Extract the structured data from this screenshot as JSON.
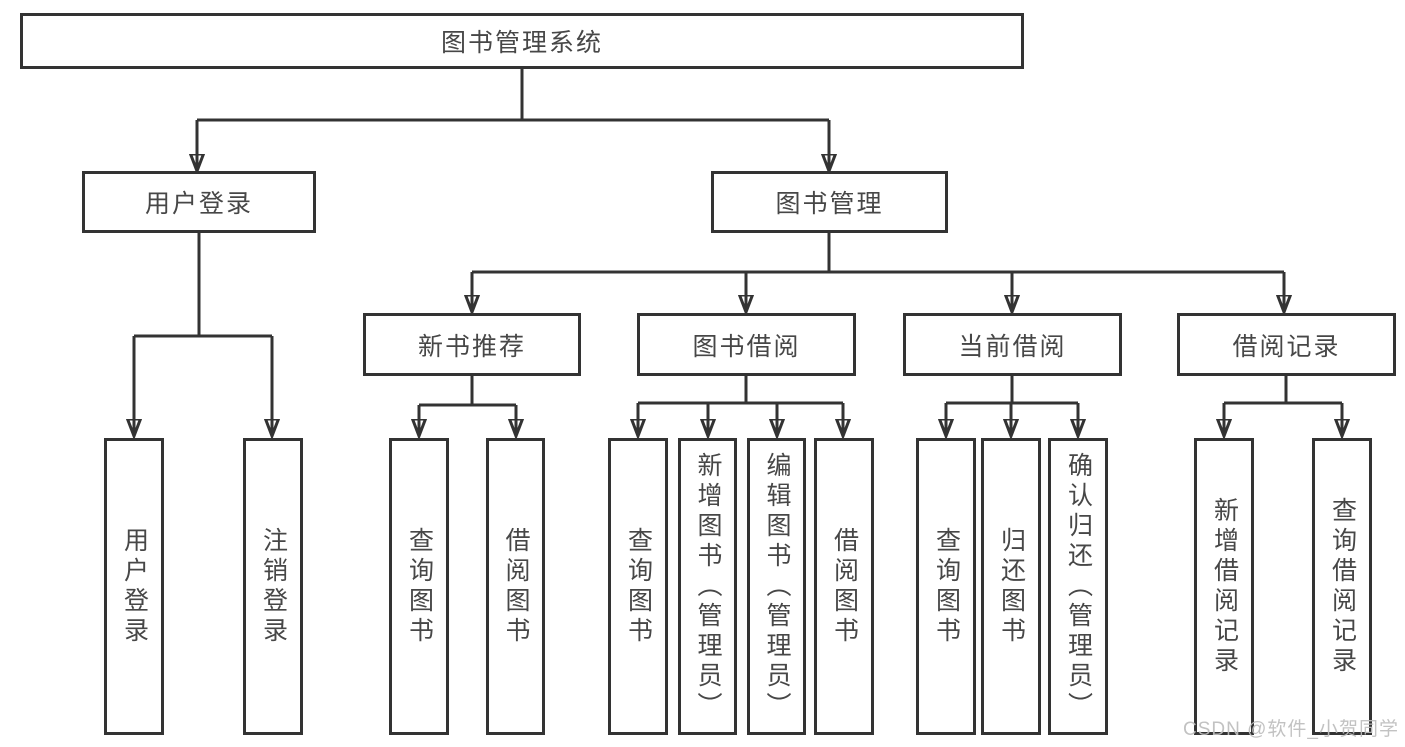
{
  "nodes": {
    "root": "图书管理系统",
    "user_login": "用户登录",
    "book_mgmt": "图书管理",
    "new_book_rec": "新书推荐",
    "book_borrow": "图书借阅",
    "current_borrow": "当前借阅",
    "borrow_records": "借阅记录",
    "leaf_user_login": "用户登录",
    "leaf_logout": "注销登录",
    "rec_query_books": "查询图书",
    "rec_borrow_books": "借阅图书",
    "bb_query_books": "查询图书",
    "bb_add_books": "新增图书（管理员）",
    "bb_edit_books": "编辑图书（管理员）",
    "bb_borrow_books": "借阅图书",
    "cb_query_books": "查询图书",
    "cb_return_books": "归还图书",
    "cb_confirm_return": "确认归还（管理员）",
    "br_add_record": "新增借阅记录",
    "br_query_record": "查询借阅记录"
  },
  "watermark": "CSDN @软件_小贺同学",
  "colors": {
    "line": "#333333",
    "border": "#333333",
    "text": "#474747",
    "watermark": "#bdbdbd",
    "background": "#ffffff"
  }
}
